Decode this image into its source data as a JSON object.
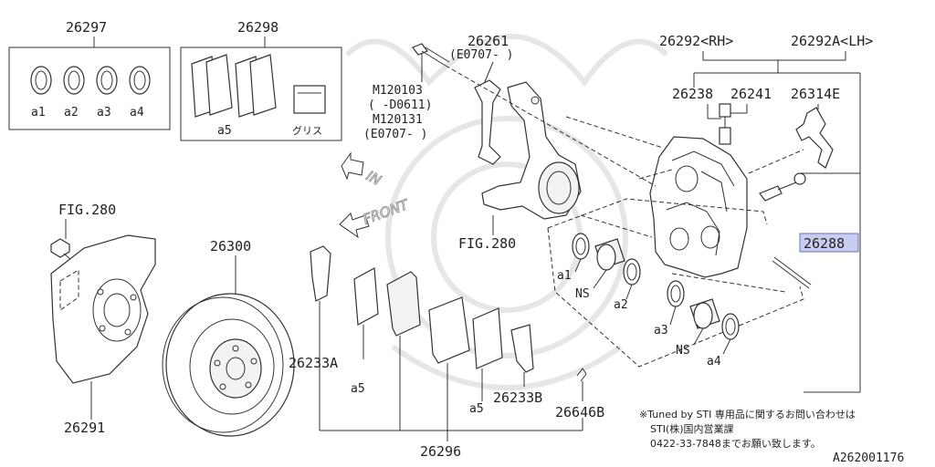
{
  "labels": {
    "p26297": "26297",
    "p26298": "26298",
    "p26261": "26261",
    "p26261_sub": "(E0707- )",
    "p26292": "26292<RH>",
    "p26292a": "26292A<LH>",
    "p26238": "26238",
    "p26241": "26241",
    "p26314e": "26314E",
    "bolt1": "M120103",
    "bolt1_sub": "( -D0611)",
    "bolt2": "M120131",
    "bolt2_sub": "(E0707- )",
    "fig280_top": "FIG.280",
    "fig280_knuckle": "FIG.280",
    "p26300": "26300",
    "p26288": "26288",
    "p26291": "26291",
    "p26233a": "26233A",
    "p26233b": "26233B",
    "p26646b": "26646B",
    "p26296": "26296",
    "a1": "a1",
    "a2": "a2",
    "a3": "a3",
    "a4": "a4",
    "a5": "a5",
    "grease": "グリス",
    "ns": "NS",
    "dir_in": "IN",
    "dir_front": "FRONT"
  },
  "notes": {
    "line1": "※Tuned by STI 専用品に関するお問い合わせは",
    "line2": "STI(株)国内営業課",
    "line3": "0422-33-7848までお願い致します。",
    "code": "A262001176"
  },
  "colors": {
    "highlight": "#c8cdf0",
    "highlight_border": "#6a70b8",
    "line": "#333333"
  }
}
